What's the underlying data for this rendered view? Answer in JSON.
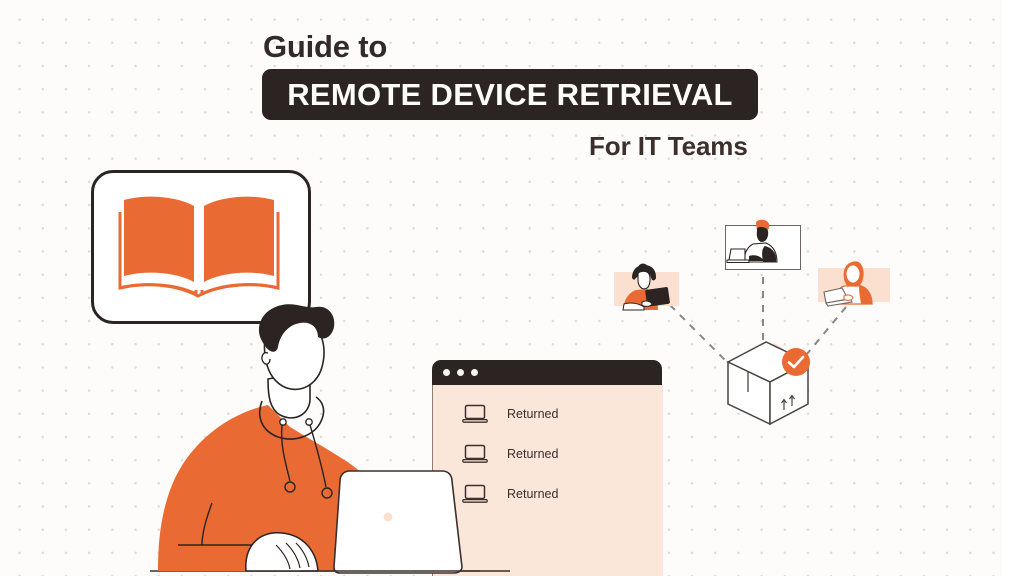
{
  "poster": {
    "headline_pre": "Guide to",
    "headline_main": "REMOTE DEVICE RETRIEVAL",
    "headline_sub": "For IT Teams"
  },
  "badge": {
    "icon": "open-book-icon"
  },
  "window": {
    "dots": [
      "window-dot-red",
      "window-dot-yellow",
      "window-dot-green"
    ],
    "rows": [
      {
        "icon": "laptop-icon",
        "label": "Returned"
      },
      {
        "icon": "laptop-icon",
        "label": "Returned"
      },
      {
        "icon": "laptop-icon",
        "label": "Returned"
      }
    ]
  },
  "illustration": {
    "main_person": "person-at-laptop",
    "network": {
      "nodes": [
        {
          "name": "person-with-tablet"
        },
        {
          "name": "person-on-video-call"
        },
        {
          "name": "person-with-laptop"
        }
      ],
      "center": {
        "name": "shipping-box",
        "badge": "check-circle-icon"
      }
    }
  },
  "colors": {
    "orange": "#EA6A33",
    "dark": "#2B2422",
    "peach": "#FBE7DA",
    "peach_deep": "#FBE0CF",
    "bg": "#FDFCFB",
    "dot": "#DEDBD8",
    "line": "#3C2F2C"
  }
}
